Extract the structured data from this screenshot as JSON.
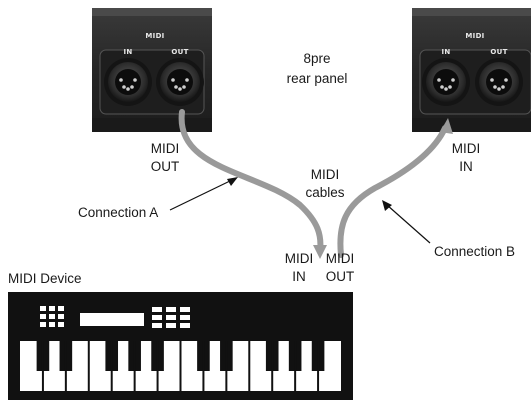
{
  "panel": {
    "caption_line1": "8pre",
    "caption_line2": "rear panel",
    "midi_header": "MIDI",
    "port_in": "IN",
    "port_out": "OUT"
  },
  "labels": {
    "panel_left_out_1": "MIDI",
    "panel_left_out_2": "OUT",
    "panel_right_in_1": "MIDI",
    "panel_right_in_2": "IN",
    "cables_1": "MIDI",
    "cables_2": "cables",
    "connection_a": "Connection A",
    "connection_b": "Connection B",
    "device_in_1": "MIDI",
    "device_in_2": "IN",
    "device_out_1": "MIDI",
    "device_out_2": "OUT",
    "device_title": "MIDI Device"
  },
  "colors": {
    "panel": "#2b2b2b",
    "cable": "#9a9a9a",
    "device_body": "#111111"
  }
}
